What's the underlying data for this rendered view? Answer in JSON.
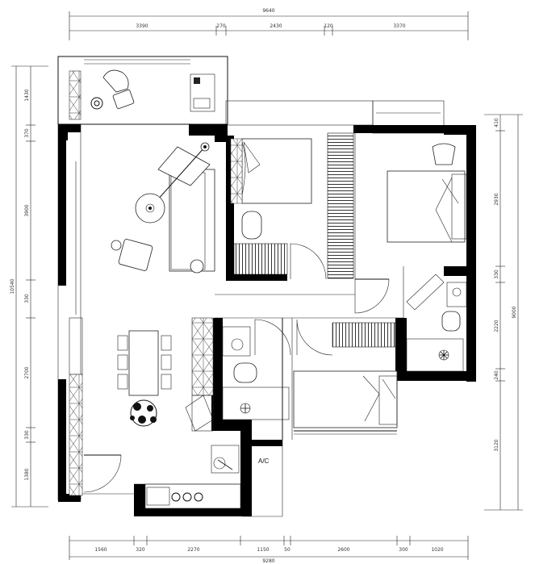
{
  "dimensions": {
    "top_total": "9640",
    "top_segments": [
      "3390",
      "270",
      "2430",
      "120",
      "3370"
    ],
    "bottom_total": "9280",
    "bottom_segments": [
      "1560",
      "320",
      "2270",
      "1150",
      "50",
      "2600",
      "300",
      "1020"
    ],
    "left_total": "10540",
    "left_segments": [
      "1430",
      "370",
      "3900",
      "330",
      "2700",
      "330",
      "1380"
    ],
    "right_total": "9000",
    "right_segments": [
      "410",
      "2930",
      "330",
      "2220",
      "240",
      "3120"
    ]
  },
  "labels": {
    "ac": "A/C"
  }
}
